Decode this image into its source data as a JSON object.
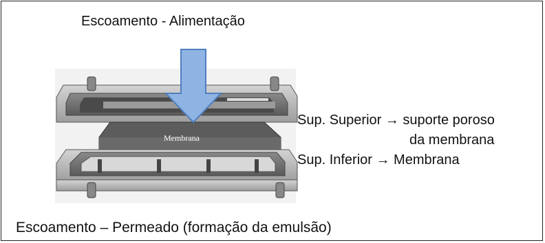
{
  "feed_label": "Escoamento - Alimentação",
  "membrane_label": "Membrana",
  "upper_support": {
    "line1": "Sup. Superior → suporte poroso",
    "line2": "da membrana"
  },
  "lower_support": "Sup. Inferior → Membrana",
  "permeate_label": "Escoamento – Permeado (formação da emulsão)",
  "colors": {
    "arrow_fill": "#8fb4e3",
    "arrow_stroke": "#4f7fbf",
    "membrane": "#5c5c5c",
    "frame_metal": "#b9b9b9",
    "frame_dark": "#6f6f6f"
  },
  "icons": [
    "down-arrow-icon"
  ]
}
